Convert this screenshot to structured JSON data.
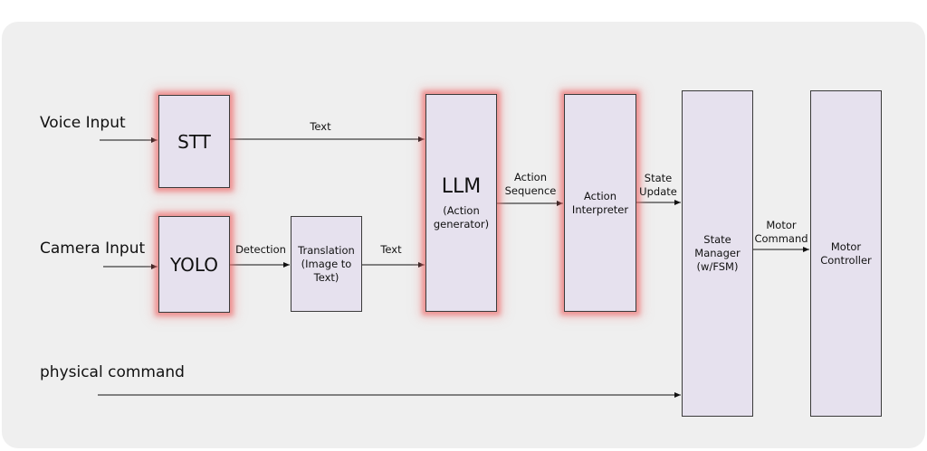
{
  "inputs": {
    "voice": "Voice Input",
    "camera": "Camera Input",
    "physical": "physical command"
  },
  "boxes": {
    "stt": "STT",
    "yolo": "YOLO",
    "translation": [
      "Translation",
      "(Image to",
      "Text)"
    ],
    "llm_title": "LLM",
    "llm_sub": [
      "(Action",
      "generator)"
    ],
    "interpreter": [
      "Action",
      "Interpreter"
    ],
    "state_manager": [
      "State",
      "Manager",
      "(w/FSM)"
    ],
    "motor_controller": [
      "Motor",
      "Controller"
    ]
  },
  "edges": {
    "stt_to_llm": "Text",
    "yolo_to_translation": "Detection",
    "translation_to_llm": "Text",
    "llm_to_interpreter": [
      "Action",
      "Sequence"
    ],
    "interpreter_to_state": [
      "State",
      "Update"
    ],
    "state_to_motor": [
      "Motor",
      "Command"
    ]
  },
  "colors": {
    "box_fill": "#e6e1ee",
    "highlight_glow": "#ec6060",
    "panel": "#efefef"
  }
}
